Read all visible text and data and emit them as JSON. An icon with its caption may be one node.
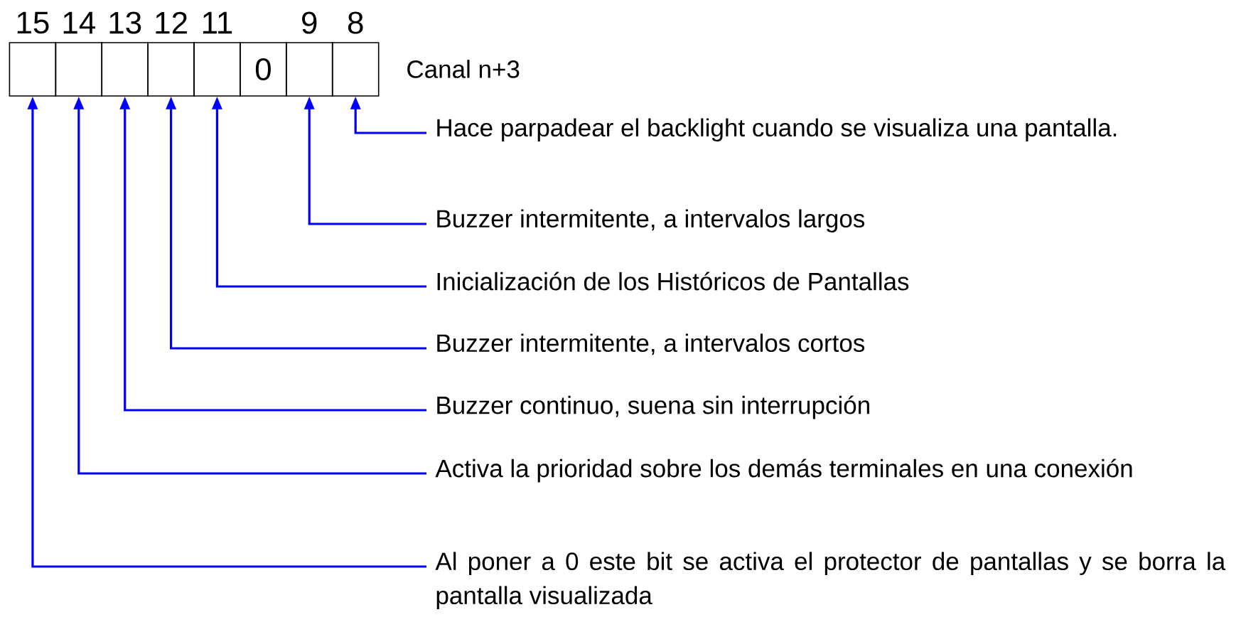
{
  "diagram": {
    "nodes": [
      {
        "text": [],
        "shape": "box"
      },
      {
        "text": [],
        "shape": "box"
      },
      {
        "text": [],
        "shape": "box"
      },
      {
        "text": [],
        "shape": "box"
      },
      {
        "text": [],
        "shape": "box"
      },
      {
        "text": [
          "0"
        ]
      },
      {
        "text": [],
        "shape": "box"
      },
      {
        "text": [],
        "shape": "box"
      },
      {
        "text": [
          "Hace parpadear el backlight cuando se visualiza una pantalla."
        ]
      },
      {
        "text": [
          "Buzzer intermitente, a intervalos largos"
        ]
      },
      {
        "text": [
          "Inicialización de los Históricos de Pantallas"
        ]
      },
      {
        "text": [
          "Buzzer intermitente, a intervalos cortos"
        ]
      },
      {
        "text": [
          "Buzzer continuo, suena sin interrupción"
        ]
      },
      {
        "text": [
          "Activa la prioridad sobre los demás terminales en una conexión"
        ]
      },
      {
        "text": [
          "Al poner a 0 este bit se activa el protector de pantallas y se borra la pantalla visualizada"
        ]
      }
    ],
    "edges": [
      {
        "from": 8,
        "to": 7,
        "arrow": "to"
      },
      {
        "from": 9,
        "to": 6,
        "arrow": "to"
      },
      {
        "from": 10,
        "to": 4,
        "arrow": "to"
      },
      {
        "from": 11,
        "to": 3,
        "arrow": "to"
      },
      {
        "from": 12,
        "to": 2,
        "arrow": "to"
      },
      {
        "from": 13,
        "to": 1,
        "arrow": "to"
      },
      {
        "from": 14,
        "to": 0,
        "arrow": "to"
      }
    ],
    "labels": [
      "15",
      "14",
      "13",
      "12",
      "11",
      "9",
      "8",
      "Canal n+3"
    ]
  }
}
